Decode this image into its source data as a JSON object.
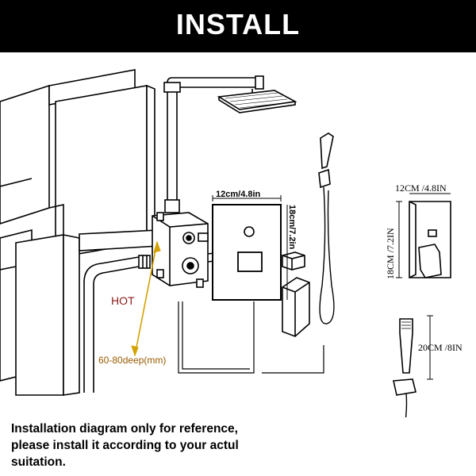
{
  "header": {
    "title": "INSTALL",
    "background": "#000000",
    "text_color": "#ffffff"
  },
  "labels": {
    "panel_width": "12cm/4.8in",
    "panel_height": "18cm/7.2in",
    "hot": "HOT",
    "depth": "60-80deep(mm)",
    "side_width": "12CM /4.8IN",
    "side_height": "18CM /7.2IN",
    "handheld_length": "20CM /8IN"
  },
  "colors": {
    "hot_label": "#8b1a1a",
    "depth_label": "#9a5a00",
    "depth_arrow": "#d4a200",
    "line": "#000000"
  },
  "note": {
    "lines": [
      "Installation diagram only for reference,",
      "please install it according to your actul",
      "suitation."
    ]
  }
}
